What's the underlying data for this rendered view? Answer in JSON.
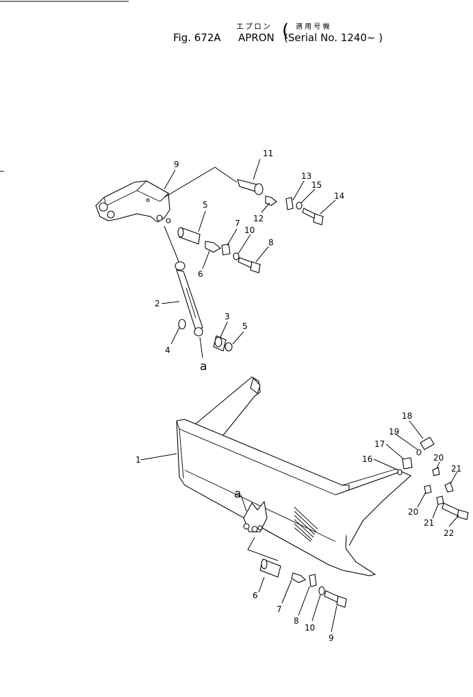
{
  "header": {
    "katakana": "エプロン",
    "fig": "Fig. 672A",
    "name": "APRON",
    "serial_jp": "適 用 号 機",
    "serial": "(Serial No. 1240~ )",
    "open_paren": "("
  },
  "callouts": [
    "1",
    "2",
    "3",
    "4",
    "5",
    "5",
    "6",
    "6",
    "7",
    "7",
    "8",
    "8",
    "9",
    "9",
    "10",
    "10",
    "11",
    "12",
    "13",
    "14",
    "15",
    "16",
    "17",
    "18",
    "19",
    "20",
    "20",
    "21",
    "21",
    "22"
  ],
  "letters": [
    "a",
    "a"
  ]
}
